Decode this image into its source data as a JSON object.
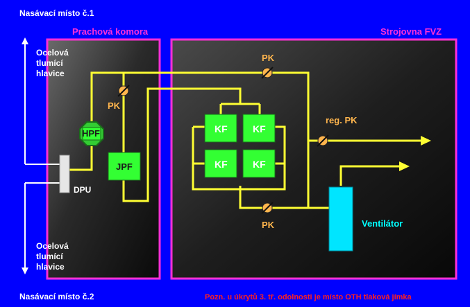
{
  "titles": {
    "top": "Nasávací místo č.1",
    "bottom": "Nasávací místo č.2"
  },
  "rooms": {
    "left": "Prachová komora",
    "right": "Strojovna FVZ"
  },
  "labels": {
    "ocel_top_1": "Ocelová",
    "ocel_top_2": "tlumící",
    "ocel_top_3": "hlavice",
    "ocel_bot_1": "Ocelová",
    "ocel_bot_2": "tlumící",
    "ocel_bot_3": "hlavice",
    "pk_left": "PK",
    "pk_top": "PK",
    "pk_bottom": "PK",
    "reg_pk": "reg. PK",
    "hpf": "HPF",
    "jpf": "JPF",
    "dpu": "DPU",
    "kf1": "KF",
    "kf2": "KF",
    "kf3": "KF",
    "kf4": "KF",
    "ventilator": "Ventilátor"
  },
  "note": "Pozn.  u úkrytů 3. tř. odolnosti je místo OTH tlaková jímka",
  "colors": {
    "background": "#0000ff",
    "pipe": "#ffff33",
    "room_border": "#ff2fd6",
    "filter_green": "#33ff33",
    "ventilator": "#00e5ff",
    "valve": "#ffb54d"
  }
}
